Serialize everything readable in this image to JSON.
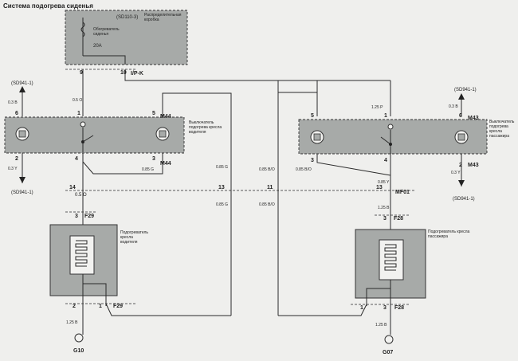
{
  "diagram": {
    "title": "Система подогрева сиденья",
    "fuse_box": {
      "ref": "(SD110-3)",
      "label_line1": "Распределительная",
      "label_line2": "коробка",
      "fuse_label_line1": "Обогреватель",
      "fuse_label_line2": "сиденья",
      "fuse_rating": "20A",
      "pin_left": "9",
      "pin_right": "10",
      "connector": "I/P-K"
    },
    "driver_switch": {
      "label_line1": "Выключатель",
      "label_line2": "подогрева кресла",
      "label_line3": "водителя",
      "connector_top": "M44",
      "connector_bottom": "M44",
      "pin_6": "6",
      "pin_5": "5",
      "pin_1": "1",
      "pin_2": "2",
      "pin_4": "4",
      "pin_3": "3"
    },
    "passenger_switch": {
      "label_line1": "Выключатель",
      "label_line2": "подогрева",
      "label_line3": "кресла",
      "label_line4": "пассажира",
      "connector_top": "M43",
      "connector_bottom": "M43",
      "pin_5": "5",
      "pin_1": "1",
      "pin_6": "6",
      "pin_3": "3",
      "pin_4": "4",
      "pin_2": "2"
    },
    "driver_heater": {
      "label_line1": "Подогреватель",
      "label_line2": "кресла",
      "label_line3": "водителя",
      "connector_top": "F29",
      "connector_bottom": "F29",
      "pin_top": "3",
      "pin_bot_left": "2",
      "pin_bot_right": "1"
    },
    "passenger_heater": {
      "label_line1": "Подогреватель кресла",
      "label_line2": "пассажира",
      "connector_top": "F28",
      "connector_bottom": "F28",
      "pin_top": "3",
      "pin_bot_left": "1",
      "pin_bot_right": "3"
    },
    "refs": {
      "left_top": "(SD941-1)",
      "left_bottom": "(SD941-1)",
      "right_top": "(SD941-1)",
      "right_bottom": "(SD941-1)"
    },
    "inline_connector": {
      "name": "MF01",
      "pin_14": "14",
      "pin_13a": "13",
      "pin_11": "11",
      "pin_13b": "13"
    },
    "wires": {
      "w_left_top": "0.3 B",
      "w_left_bot": "0.3 Y",
      "w_fuse_out": "0.5 O",
      "w_m44_5": "0.85 G",
      "w_long_a": "0.85 G",
      "w_long_b": "0.85 G",
      "w_pass_feed": "1.25 P",
      "w_pass_a": "0.85 B/O",
      "w_pass_b": "0.85 B/O",
      "w_pass_3": "0.85 B/O",
      "w_pass_2": "0.85 Y",
      "w_right_top": "0.3 B",
      "w_right_bot": "0.3 Y",
      "w_driver_ground": "1.25 B",
      "w_pass_ground": "1.25 B",
      "w_pass_mid": "1.25 B"
    },
    "grounds": {
      "left": "G10",
      "right": "G07"
    }
  }
}
